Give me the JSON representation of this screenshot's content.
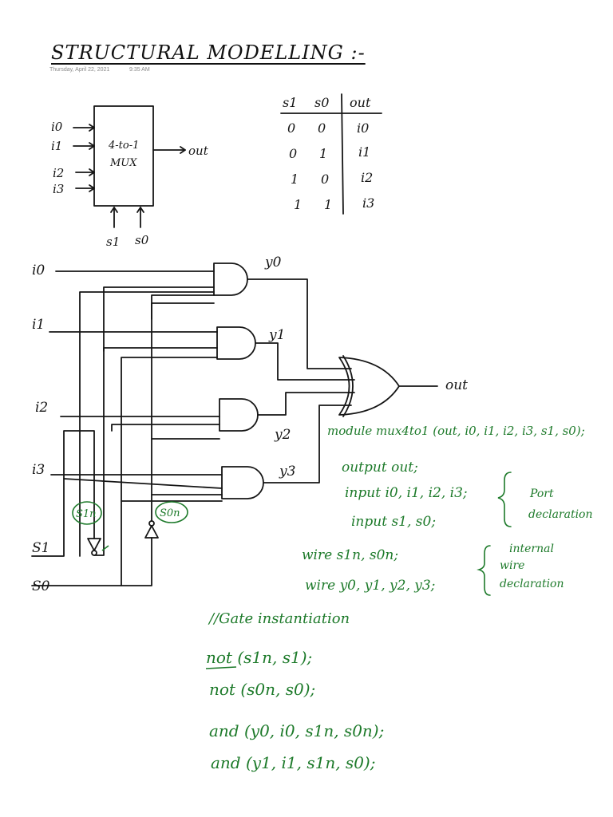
{
  "page": {
    "title": "STRUCTURAL MODELLING :-",
    "date": "Thursday, April 22, 2021",
    "time": "9:35 AM"
  },
  "block": {
    "inputs": [
      "i0",
      "i1",
      "i2",
      "i3"
    ],
    "label_line1": "4-to-1",
    "label_line2": "MUX",
    "output": "out",
    "selects": [
      "s1",
      "s0"
    ]
  },
  "truth_table": {
    "headers": [
      "s1",
      "s0",
      "out"
    ],
    "rows": [
      [
        "0",
        "0",
        "i0"
      ],
      [
        "0",
        "1",
        "i1"
      ],
      [
        "1",
        "0",
        "i2"
      ],
      [
        "1",
        "1",
        "i3"
      ]
    ]
  },
  "circuit": {
    "inputs": [
      "i0",
      "i1",
      "i2",
      "i3"
    ],
    "selects": [
      "S1",
      "S0"
    ],
    "gate_outputs": [
      "y0",
      "y1",
      "y2",
      "y3"
    ],
    "inverted": [
      "S1n",
      "S0n"
    ],
    "or_output": "out"
  },
  "code": {
    "module_line": "module mux4to1 (out, i0, i1, i2, i3, s1, s0);",
    "port_lines": [
      "output out;",
      "input i0, i1, i2, i3;",
      "input s1, s0;"
    ],
    "port_brace": [
      "Port",
      "declaration"
    ],
    "wire_lines": [
      "wire s1n, s0n;",
      "wire y0, y1, y2, y3;"
    ],
    "wire_brace": [
      "internal",
      "wire",
      "declaration"
    ],
    "comment": "//Gate instantiation",
    "gate_lines": [
      "not (s1n, s1);",
      "not (s0n, s0);",
      "and (y0, i0, s1n, s0n);",
      "and (y1, i1, s1n, s0);"
    ]
  }
}
